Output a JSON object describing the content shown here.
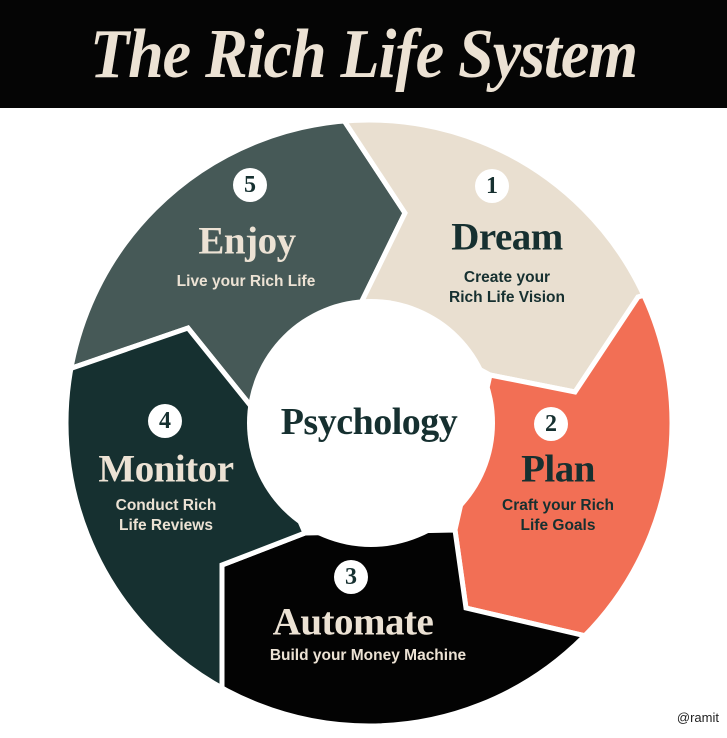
{
  "header": {
    "title": "The Rich Life System"
  },
  "center": {
    "label": "Psychology"
  },
  "colors": {
    "background": "#ffffff",
    "header_bg": "#050505",
    "header_text": "#ece2d4",
    "dream": "#e9dfd0",
    "plan": "#f26f55",
    "automate": "#030303",
    "monitor": "#163030",
    "enjoy": "#465957",
    "dark_text": "#163030",
    "light_text": "#ece2d4"
  },
  "steps": [
    {
      "number": "1",
      "name": "Dream",
      "subtitle_line1": "Create your",
      "subtitle_line2": "Rich Life Vision"
    },
    {
      "number": "2",
      "name": "Plan",
      "subtitle_line1": "Craft your Rich",
      "subtitle_line2": "Life Goals"
    },
    {
      "number": "3",
      "name": "Automate",
      "subtitle_line1": "Build your Money Machine",
      "subtitle_line2": ""
    },
    {
      "number": "4",
      "name": "Monitor",
      "subtitle_line1": "Conduct Rich",
      "subtitle_line2": "Life Reviews"
    },
    {
      "number": "5",
      "name": "Enjoy",
      "subtitle_line1": "Live your Rich Life",
      "subtitle_line2": ""
    }
  ],
  "footer": {
    "credit": "@ramit"
  }
}
